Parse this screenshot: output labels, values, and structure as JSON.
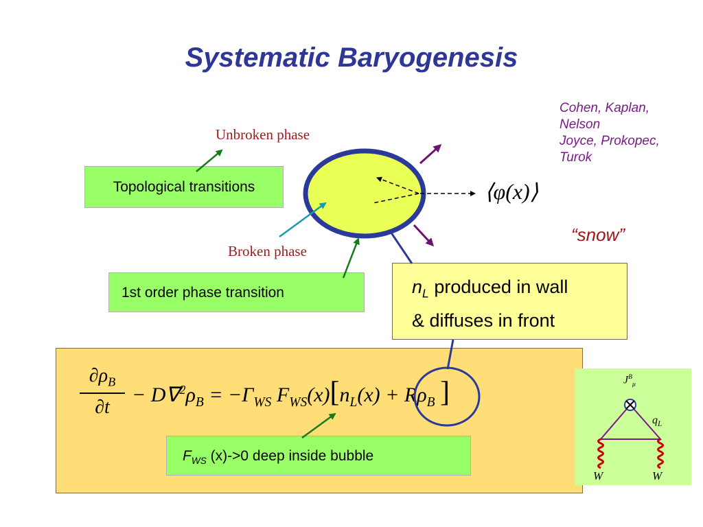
{
  "title": "Systematic Baryogenesis",
  "references": [
    "Cohen, Kaplan,",
    "Nelson",
    "Joyce, Prokopec,",
    "Turok"
  ],
  "labels": {
    "unbroken_phase": "Unbroken phase",
    "broken_phase": "Broken phase",
    "snow": "“snow”"
  },
  "boxes": {
    "topological": "Topological transitions",
    "first_order": "1st order phase transition",
    "nl_line1_symbol": "n",
    "nl_line1_sub": "L",
    "nl_line1_text": "produced in wall",
    "nl_line2": "& diffuses in front",
    "fws_symbol": "F",
    "fws_sub": "WS",
    "fws_text": "(x)->0 deep inside bubble"
  },
  "phi_expectation": "⟨φ(x)⟩",
  "equation": {
    "numerator": "∂ρ",
    "numerator_sub": "B",
    "denominator": "∂t",
    "term1": "− D∇",
    "term1_sup": "2",
    "term1_rho": "ρ",
    "term1_sub": "B",
    "equals": "= −Γ",
    "gamma_sub": "WS",
    "f": "F",
    "f_sub": "WS",
    "f_arg": "(x)",
    "bracket_open": "[",
    "n": "n",
    "n_sub": "L",
    "n_arg": "(x)",
    "plus": "+ Rρ",
    "plus_sub": "B",
    "bracket_close": "]"
  },
  "feynman": {
    "current": "J",
    "current_sup": "B",
    "current_sub": "μ",
    "quark": "q",
    "quark_sub": "L",
    "w_left": "W",
    "w_right": "W"
  },
  "colors": {
    "title": "#2e3796",
    "green_box": "#99ff66",
    "yellow_box": "#ffff99",
    "equation_box": "#ffdd77",
    "bubble_fill": "#eaff55",
    "bubble_stroke": "#2b3a9a",
    "arrow_green": "#1a7a1a",
    "arrow_teal": "#1a9aa8",
    "arrow_purple": "#6a1470",
    "gluon_red": "#cc0000"
  }
}
